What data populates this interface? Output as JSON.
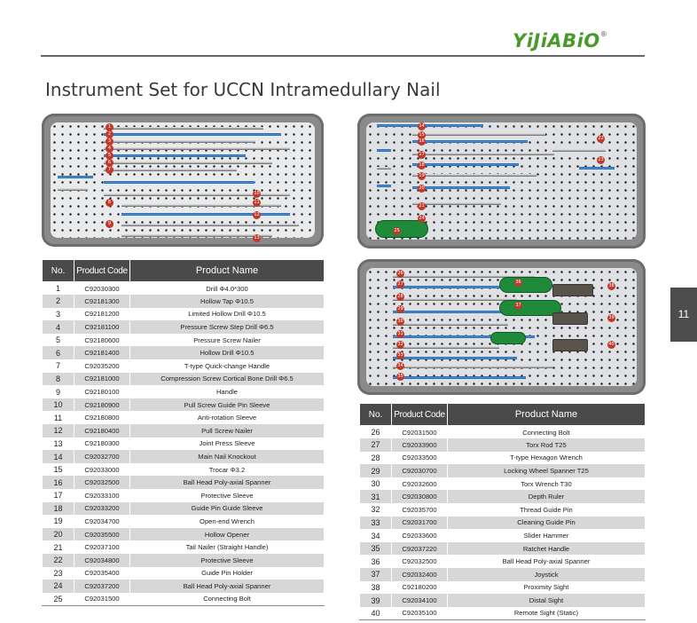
{
  "brand": {
    "name": "YiJiABiO",
    "registered": "®"
  },
  "page_title": "Instrument Set for UCCN Intramedullary Nail",
  "page_number": "11",
  "table_headers": {
    "no": "No.",
    "code": "Product Code",
    "name": "Product Name"
  },
  "table_left": [
    {
      "no": "1",
      "code": "C92030300",
      "name": "Drill Φ4.0*300"
    },
    {
      "no": "2",
      "code": "C92181300",
      "name": "Hollow Tap Φ10.5"
    },
    {
      "no": "3",
      "code": "C92181200",
      "name": "Limited Hollow Drill Φ10.5"
    },
    {
      "no": "4",
      "code": "C92181100",
      "name": "Pressure Screw Step Drill Φ6.5"
    },
    {
      "no": "5",
      "code": "C92180600",
      "name": "Pressure Screw Nailer"
    },
    {
      "no": "6",
      "code": "C92181400",
      "name": "Hollow Drill Φ10.5"
    },
    {
      "no": "7",
      "code": "C92035200",
      "name": "T-type Quick-change Handle"
    },
    {
      "no": "8",
      "code": "C92181000",
      "name": "Compression Screw Cortical Bone Drill Φ6.5"
    },
    {
      "no": "9",
      "code": "C92180100",
      "name": "Handle"
    },
    {
      "no": "10",
      "code": "C92180900",
      "name": "Pull Screw Guide Pin Sleeve"
    },
    {
      "no": "11",
      "code": "C92180800",
      "name": "Anti-rotation Sleeve"
    },
    {
      "no": "12",
      "code": "C92180400",
      "name": "Pull Screw Nailer"
    },
    {
      "no": "13",
      "code": "C92180300",
      "name": "Joint Press Sleeve"
    },
    {
      "no": "14",
      "code": "C92032700",
      "name": "Main Nail Knockout"
    },
    {
      "no": "15",
      "code": "C92033000",
      "name": "Trocar Φ3.2"
    },
    {
      "no": "16",
      "code": "C92032500",
      "name": "Ball Head Poly-axial Spanner"
    },
    {
      "no": "17",
      "code": "C92033100",
      "name": "Protective Sleeve"
    },
    {
      "no": "18",
      "code": "C92033200",
      "name": "Guide Pin Guide Sleeve"
    },
    {
      "no": "19",
      "code": "C92034700",
      "name": "Open-end Wrench"
    },
    {
      "no": "20",
      "code": "C92035500",
      "name": "Hollow Opener"
    },
    {
      "no": "21",
      "code": "C92037100",
      "name": "Tail Nailer (Straight Handle)"
    },
    {
      "no": "22",
      "code": "C92034800",
      "name": "Protective Sleeve"
    },
    {
      "no": "23",
      "code": "C92035400",
      "name": "Guide Pin Holder"
    },
    {
      "no": "24",
      "code": "C92037200",
      "name": "Ball Head Poly-axial Spanner"
    },
    {
      "no": "25",
      "code": "C92031500",
      "name": "Connecting Bolt"
    }
  ],
  "table_right": [
    {
      "no": "26",
      "code": "C92031500",
      "name": "Connecting Bolt"
    },
    {
      "no": "27",
      "code": "C92033900",
      "name": "Torx Rod T25"
    },
    {
      "no": "28",
      "code": "C92033500",
      "name": "T-type Hexagon Wrench"
    },
    {
      "no": "29",
      "code": "C92030700",
      "name": "Locking Wheel Spanner T25"
    },
    {
      "no": "30",
      "code": "C92032600",
      "name": "Torx Wrench T30"
    },
    {
      "no": "31",
      "code": "C92030800",
      "name": "Depth Ruler"
    },
    {
      "no": "32",
      "code": "C92035700",
      "name": "Thread Guide Pin"
    },
    {
      "no": "33",
      "code": "C92031700",
      "name": "Cleaning Guide Pin"
    },
    {
      "no": "34",
      "code": "C92033600",
      "name": "Slider Hammer"
    },
    {
      "no": "35",
      "code": "C92037220",
      "name": "Ratchet Handle"
    },
    {
      "no": "36",
      "code": "C92032500",
      "name": "Ball Head Poly-axial Spanner"
    },
    {
      "no": "37",
      "code": "C92032400",
      "name": "Joystick"
    },
    {
      "no": "38",
      "code": "C92180200",
      "name": "Proximity Sight"
    },
    {
      "no": "39",
      "code": "C92034100",
      "name": "Distal Sight"
    },
    {
      "no": "40",
      "code": "C92035100",
      "name": "Remote Sight (Static)"
    }
  ],
  "tray_badges": {
    "tray1": [
      "1",
      "2",
      "3",
      "4",
      "5",
      "6",
      "7",
      "8",
      "9",
      "10",
      "11",
      "12",
      "13"
    ],
    "tray2": [
      "14",
      "15",
      "16",
      "17",
      "18",
      "19",
      "20",
      "21",
      "22",
      "23",
      "24",
      "25"
    ],
    "tray3": [
      "26",
      "27",
      "28",
      "29",
      "30",
      "31",
      "32",
      "33",
      "34",
      "35",
      "36",
      "37",
      "38",
      "39",
      "40"
    ]
  },
  "colors": {
    "brand_green": "#4a9a2a",
    "header_dark": "#4a4a4a",
    "row_alt": "#d7d7d7",
    "handle_green": "#1e8a3a"
  }
}
